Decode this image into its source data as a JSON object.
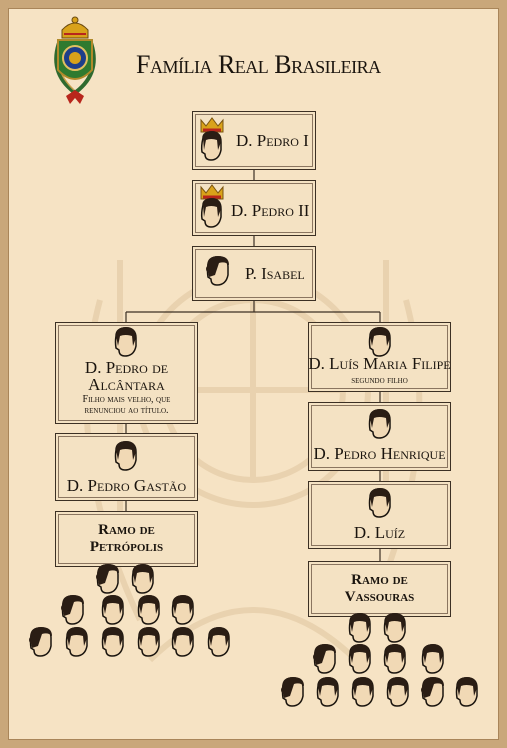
{
  "title": "Família Real Brasileira",
  "colors": {
    "background": "#f6e3c4",
    "border": "#3c3024",
    "crown_gold": "#d9a21a",
    "crown_red": "#b8261c",
    "shield_green": "#2f7a2f"
  },
  "icons": [
    "coat-of-arms-icon",
    "crowned-head-icon",
    "head-icon"
  ],
  "nodes": {
    "pedro1": {
      "name": "D. Pedro I"
    },
    "pedro2": {
      "name": "D. Pedro II"
    },
    "isabel": {
      "name": "P. Isabel"
    },
    "pedro_alcantara": {
      "name_line1": "D. Pedro de",
      "name_line2": "Alcântara",
      "note_line1": "Filho mais velho, que",
      "note_line2": "renunciou ao título."
    },
    "luis_maria": {
      "name": "D. Luís Maria Filipe",
      "note": "segundo filho"
    },
    "pedro_gastao": {
      "name": "D. Pedro Gastão"
    },
    "pedro_henrique": {
      "name": "D. Pedro Henrique"
    },
    "luiz": {
      "name": "D. Luíz"
    },
    "ramo_petropolis": {
      "line1": "Ramo de",
      "line2": "Petrópolis"
    },
    "ramo_vassouras": {
      "line1": "Ramo de",
      "line2": "Vassouras"
    }
  }
}
